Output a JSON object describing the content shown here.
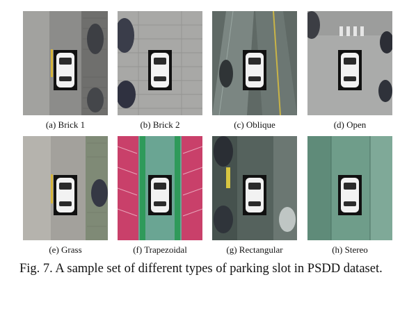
{
  "figure": {
    "panels": [
      {
        "label": "(a) Brick 1",
        "style": "brick1"
      },
      {
        "label": "(b) Brick 2",
        "style": "brick2"
      },
      {
        "label": "(c) Oblique",
        "style": "oblique"
      },
      {
        "label": "(d) Open",
        "style": "open"
      },
      {
        "label": "(e) Grass",
        "style": "grass"
      },
      {
        "label": "(f) Trapezoidal",
        "style": "trapezoidal"
      },
      {
        "label": "(g) Rectangular",
        "style": "rectangular"
      },
      {
        "label": "(h) Stereo",
        "style": "stereo"
      }
    ],
    "caption": "Fig. 7. A sample set of different types of parking slot in PSDD dataset.",
    "colors": {
      "brick1": "#8d8d8b",
      "brick2": "#a4a4a2",
      "oblique": "#5f6a66",
      "open": "#a9aaa8",
      "grass": "#a3a19c",
      "trapezoidal": "#c9406a",
      "rectangular": "#55625d",
      "stereo": "#6d9a88"
    }
  }
}
